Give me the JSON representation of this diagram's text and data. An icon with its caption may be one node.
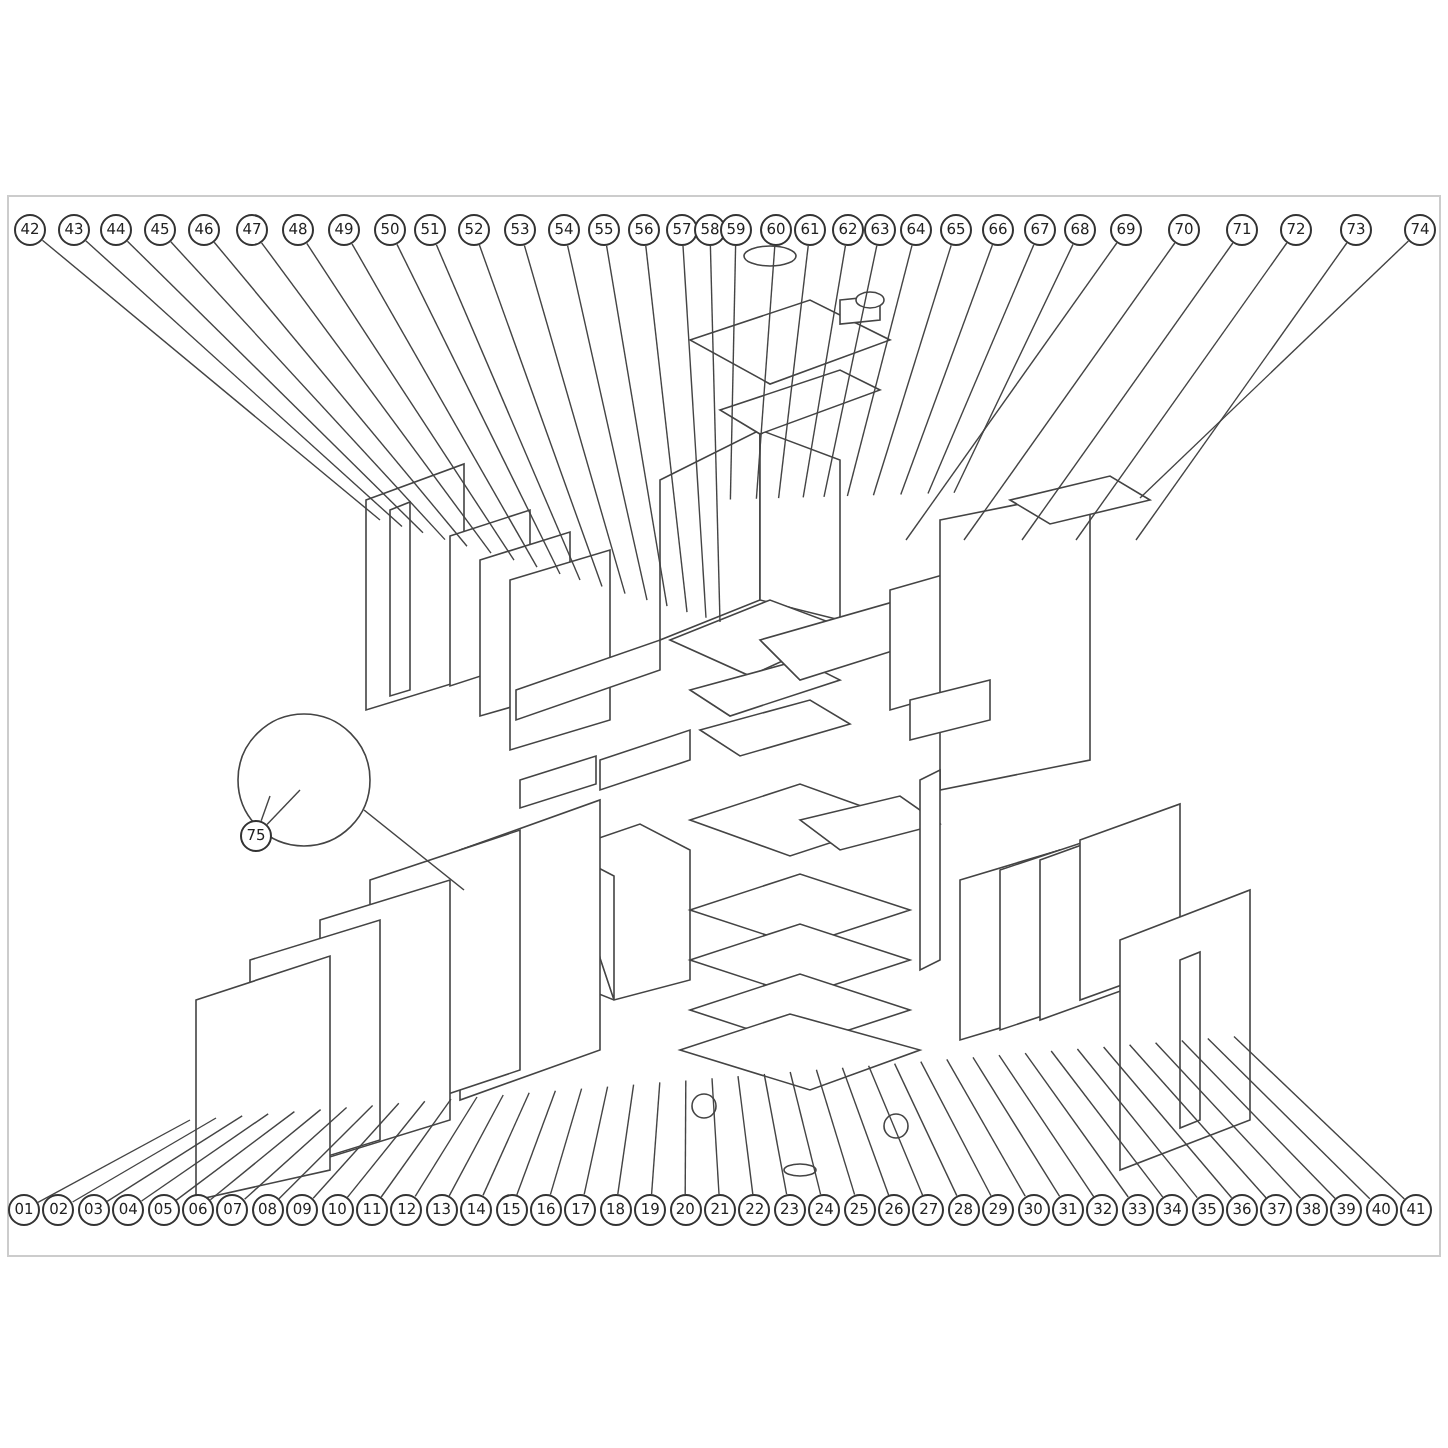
{
  "diagram": {
    "nodes": [
      {
        "text": [
          "42"
        ]
      },
      {
        "text": [
          "43"
        ]
      },
      {
        "text": [
          "44"
        ]
      },
      {
        "text": [
          "45"
        ]
      },
      {
        "text": [
          "46"
        ]
      },
      {
        "text": [
          "47"
        ]
      },
      {
        "text": [
          "48"
        ]
      },
      {
        "text": [
          "49"
        ]
      },
      {
        "text": [
          "50"
        ]
      },
      {
        "text": [
          "51"
        ]
      },
      {
        "text": [
          "52"
        ]
      },
      {
        "text": [
          "53"
        ]
      },
      {
        "text": [
          "54"
        ]
      },
      {
        "text": [
          "55"
        ]
      },
      {
        "text": [
          "56"
        ]
      },
      {
        "text": [
          "57"
        ]
      },
      {
        "text": [
          "58"
        ]
      },
      {
        "text": [
          "59"
        ]
      },
      {
        "text": [
          "60"
        ]
      },
      {
        "text": [
          "61"
        ]
      },
      {
        "text": [
          "62"
        ]
      },
      {
        "text": [
          "63"
        ]
      },
      {
        "text": [
          "64"
        ]
      },
      {
        "text": [
          "65"
        ]
      },
      {
        "text": [
          "66"
        ]
      },
      {
        "text": [
          "67"
        ]
      },
      {
        "text": [
          "68"
        ]
      },
      {
        "text": [
          "69"
        ]
      },
      {
        "text": [
          "70"
        ]
      },
      {
        "text": [
          "71"
        ]
      },
      {
        "text": [
          "72"
        ]
      },
      {
        "text": [
          "73"
        ]
      },
      {
        "text": [
          "74"
        ]
      },
      {
        "text": [
          "75"
        ]
      },
      {
        "text": [
          "01"
        ]
      },
      {
        "text": [
          "02"
        ]
      },
      {
        "text": [
          "03"
        ]
      },
      {
        "text": [
          "04"
        ]
      },
      {
        "text": [
          "05"
        ]
      },
      {
        "text": [
          "06"
        ]
      },
      {
        "text": [
          "07"
        ]
      },
      {
        "text": [
          "08"
        ]
      },
      {
        "text": [
          "09"
        ]
      },
      {
        "text": [
          "10"
        ]
      },
      {
        "text": [
          "11"
        ]
      },
      {
        "text": [
          "12"
        ]
      },
      {
        "text": [
          "13"
        ]
      },
      {
        "text": [
          "14"
        ]
      },
      {
        "text": [
          "15"
        ]
      },
      {
        "text": [
          "16"
        ]
      },
      {
        "text": [
          "17"
        ]
      },
      {
        "text": [
          "18"
        ]
      },
      {
        "text": [
          "19"
        ]
      },
      {
        "text": [
          "20"
        ]
      },
      {
        "text": [
          "21"
        ]
      },
      {
        "text": [
          "22"
        ]
      },
      {
        "text": [
          "23"
        ]
      },
      {
        "text": [
          "24"
        ]
      },
      {
        "text": [
          "25"
        ]
      },
      {
        "text": [
          "26"
        ]
      },
      {
        "text": [
          "27"
        ]
      },
      {
        "text": [
          "28"
        ]
      },
      {
        "text": [
          "29"
        ]
      },
      {
        "text": [
          "30"
        ]
      },
      {
        "text": [
          "31"
        ]
      },
      {
        "text": [
          "32"
        ]
      },
      {
        "text": [
          "33"
        ]
      },
      {
        "text": [
          "34"
        ]
      },
      {
        "text": [
          "35"
        ]
      },
      {
        "text": [
          "36"
        ]
      },
      {
        "text": [
          "37"
        ]
      },
      {
        "text": [
          "38"
        ]
      },
      {
        "text": [
          "39"
        ]
      },
      {
        "text": [
          "40"
        ]
      },
      {
        "text": [
          "41"
        ]
      }
    ],
    "edges": [
      {
        "from": 0,
        "to": null,
        "arrow": "none"
      },
      {
        "from": 1,
        "to": null,
        "arrow": "none"
      },
      {
        "from": 2,
        "to": null,
        "arrow": "none"
      },
      {
        "from": 3,
        "to": null,
        "arrow": "none"
      },
      {
        "from": 4,
        "to": null,
        "arrow": "none"
      },
      {
        "from": 5,
        "to": null,
        "arrow": "none"
      },
      {
        "from": 6,
        "to": null,
        "arrow": "none"
      },
      {
        "from": 7,
        "to": null,
        "arrow": "none"
      },
      {
        "from": 8,
        "to": null,
        "arrow": "none"
      },
      {
        "from": 9,
        "to": null,
        "arrow": "none"
      },
      {
        "from": 10,
        "to": null,
        "arrow": "none"
      },
      {
        "from": 11,
        "to": null,
        "arrow": "none"
      },
      {
        "from": 12,
        "to": null,
        "arrow": "none"
      },
      {
        "from": 13,
        "to": null,
        "arrow": "none"
      },
      {
        "from": 14,
        "to": null,
        "arrow": "none"
      },
      {
        "from": 15,
        "to": null,
        "arrow": "none"
      },
      {
        "from": 16,
        "to": null,
        "arrow": "none"
      },
      {
        "from": 17,
        "to": null,
        "arrow": "none"
      },
      {
        "from": 18,
        "to": null,
        "arrow": "none"
      },
      {
        "from": 19,
        "to": null,
        "arrow": "none"
      },
      {
        "from": 20,
        "to": null,
        "arrow": "none"
      },
      {
        "from": 21,
        "to": null,
        "arrow": "none"
      },
      {
        "from": 22,
        "to": null,
        "arrow": "none"
      },
      {
        "from": 23,
        "to": null,
        "arrow": "none"
      },
      {
        "from": 24,
        "to": null,
        "arrow": "none"
      },
      {
        "from": 25,
        "to": null,
        "arrow": "none"
      },
      {
        "from": 26,
        "to": null,
        "arrow": "none"
      },
      {
        "from": 27,
        "to": null,
        "arrow": "none"
      },
      {
        "from": 28,
        "to": null,
        "arrow": "none"
      },
      {
        "from": 29,
        "to": null,
        "arrow": "none"
      },
      {
        "from": 30,
        "to": null,
        "arrow": "none"
      },
      {
        "from": 31,
        "to": null,
        "arrow": "none"
      },
      {
        "from": 32,
        "to": null,
        "arrow": "none"
      },
      {
        "from": 33,
        "to": null,
        "arrow": "none"
      },
      {
        "from": 33,
        "to": null,
        "arrow": "none"
      },
      {
        "from": 34,
        "to": null,
        "arrow": "none"
      },
      {
        "from": 35,
        "to": null,
        "arrow": "none"
      },
      {
        "from": 36,
        "to": null,
        "arrow": "none"
      },
      {
        "from": 37,
        "to": null,
        "arrow": "none"
      },
      {
        "from": 38,
        "to": null,
        "arrow": "none"
      },
      {
        "from": 39,
        "to": null,
        "arrow": "none"
      },
      {
        "from": 40,
        "to": null,
        "arrow": "none"
      },
      {
        "from": 41,
        "to": null,
        "arrow": "none"
      },
      {
        "from": 42,
        "to": null,
        "arrow": "none"
      },
      {
        "from": 43,
        "to": null,
        "arrow": "none"
      },
      {
        "from": 44,
        "to": null,
        "arrow": "none"
      },
      {
        "from": 45,
        "to": null,
        "arrow": "none"
      },
      {
        "from": 46,
        "to": null,
        "arrow": "none"
      },
      {
        "from": 47,
        "to": null,
        "arrow": "none"
      },
      {
        "from": 48,
        "to": null,
        "arrow": "none"
      },
      {
        "from": 49,
        "to": null,
        "arrow": "none"
      },
      {
        "from": 50,
        "to": null,
        "arrow": "none"
      },
      {
        "from": 51,
        "to": null,
        "arrow": "none"
      },
      {
        "from": 52,
        "to": null,
        "arrow": "none"
      },
      {
        "from": 53,
        "to": null,
        "arrow": "none"
      },
      {
        "from": 54,
        "to": null,
        "arrow": "none"
      },
      {
        "from": 55,
        "to": null,
        "arrow": "none"
      },
      {
        "from": 56,
        "to": null,
        "arrow": "none"
      },
      {
        "from": 57,
        "to": null,
        "arrow": "none"
      },
      {
        "from": 58,
        "to": null,
        "arrow": "none"
      },
      {
        "from": 59,
        "to": null,
        "arrow": "none"
      },
      {
        "from": 60,
        "to": null,
        "arrow": "none"
      },
      {
        "from": 61,
        "to": null,
        "arrow": "none"
      },
      {
        "from": 62,
        "to": null,
        "arrow": "none"
      },
      {
        "from": 63,
        "to": null,
        "arrow": "none"
      },
      {
        "from": 64,
        "to": null,
        "arrow": "none"
      },
      {
        "from": 65,
        "to": null,
        "arrow": "none"
      },
      {
        "from": 66,
        "to": null,
        "arrow": "none"
      },
      {
        "from": 67,
        "to": null,
        "arrow": "none"
      },
      {
        "from": 68,
        "to": null,
        "arrow": "none"
      },
      {
        "from": 69,
        "to": null,
        "arrow": "none"
      },
      {
        "from": 70,
        "to": null,
        "arrow": "none"
      },
      {
        "from": 71,
        "to": null,
        "arrow": "none"
      },
      {
        "from": 72,
        "to": null,
        "arrow": "none"
      },
      {
        "from": 73,
        "to": null,
        "arrow": "none"
      },
      {
        "from": 74,
        "to": null,
        "arrow": "none"
      }
    ]
  }
}
